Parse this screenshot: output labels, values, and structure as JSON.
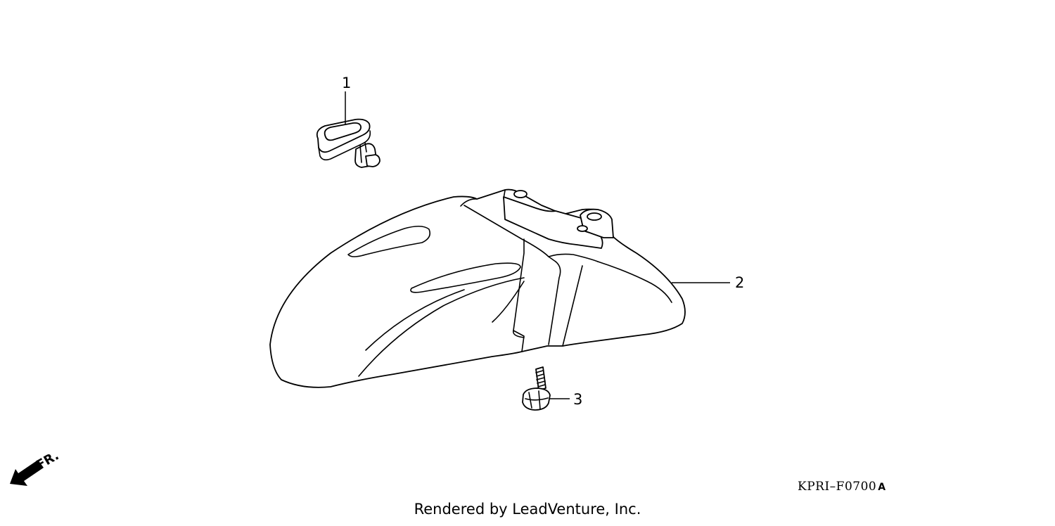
{
  "callouts": [
    {
      "id": "callout-1",
      "label": "1"
    },
    {
      "id": "callout-2",
      "label": "2"
    },
    {
      "id": "callout-3",
      "label": "3"
    }
  ],
  "direction": {
    "label": "FR.",
    "icon": "front-direction-arrow-icon"
  },
  "diagram_code": {
    "main": "KPRI–F0700",
    "suffix": "A"
  },
  "footer": {
    "text": "Rendered by LeadVenture, Inc."
  }
}
